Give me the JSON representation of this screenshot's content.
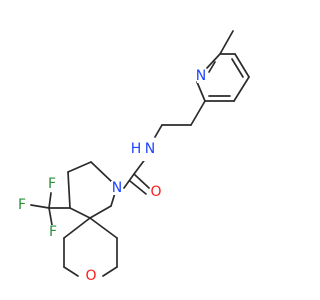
{
  "colors": {
    "bond": "#2b2b2b",
    "carbon_text": "#2b2b2b",
    "nitrogen": "#1f45ff",
    "oxygen": "#ff1a1a",
    "fluorine": "#2d8f3a",
    "background": "#ffffff"
  },
  "labels": {
    "pyridine_n": "N",
    "amide_n": "N",
    "amide_h": "H",
    "ring_n": "N",
    "carbonyl_o": "O",
    "ether_o": "O",
    "f_top": "F",
    "f_left": "F",
    "f_bottom": "F"
  }
}
